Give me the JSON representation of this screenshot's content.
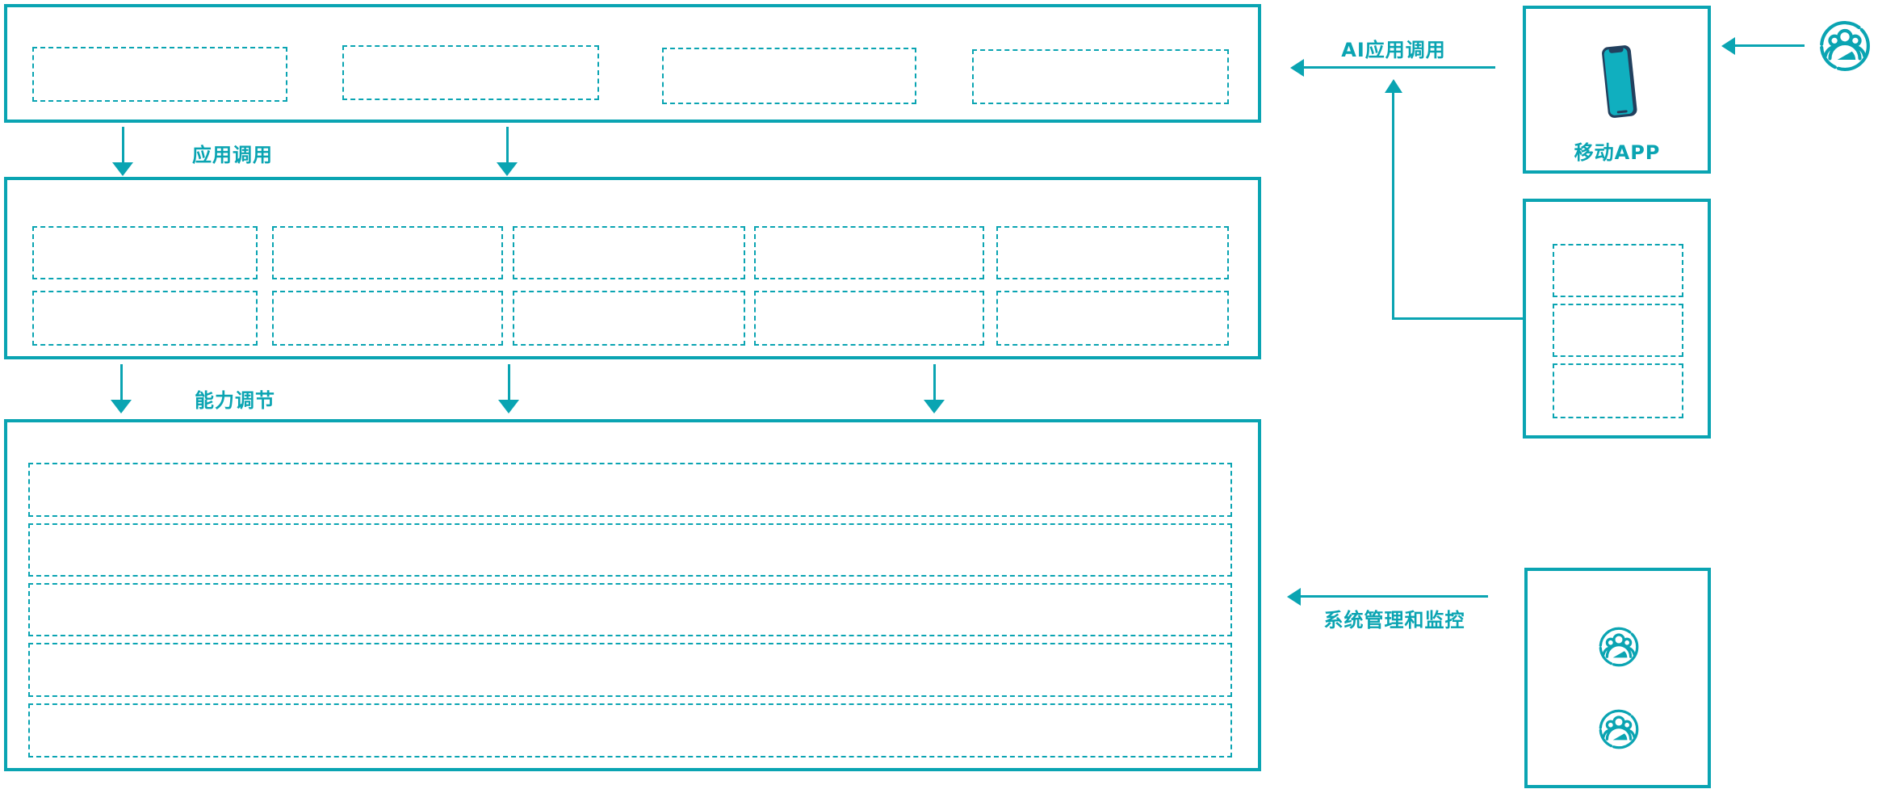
{
  "colors": {
    "accent_teal": "#0AA4B2",
    "phone_frame_navy": "#22405E",
    "phone_screen_teal": "#10AFBF",
    "background": "#FFFFFF"
  },
  "labels": {
    "app_call": "应用调用",
    "capability_adjust": "能力调节",
    "ai_app_call": "AI应用调用",
    "mobile_app": "移动APP",
    "system_management": "系统管理和监控"
  },
  "structure": {
    "top_layer": {
      "placeholder_slots": 4
    },
    "middle_layer": {
      "rows": 2,
      "columns": 5,
      "placeholder_slots": 10
    },
    "bottom_layer": {
      "placeholder_rows": 5
    },
    "right_panel": {
      "placeholder_slots": 3
    },
    "admin_panel": {
      "user_group_icons": 2
    }
  },
  "icons": {
    "phone": "mobile-phone-icon",
    "user_group": "user-group-icon"
  }
}
